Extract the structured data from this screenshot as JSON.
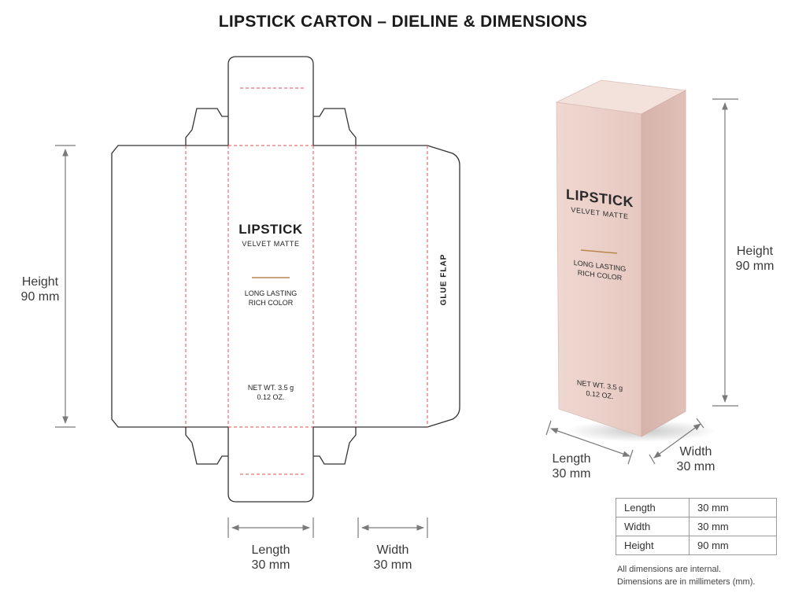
{
  "title": "LIPSTICK CARTON – DIELINE & DIMENSIONS",
  "dieline": {
    "height_label": "Height",
    "height_value": "90 mm",
    "length_label": "Length",
    "length_value": "30 mm",
    "width_label": "Width",
    "width_value": "30 mm",
    "glue_flap": "GLUE FLAP",
    "front_panel": {
      "brand": "LIPSTICK",
      "variant": "VELVET MATTE",
      "tagline_1": "LONG LASTING",
      "tagline_2": "RICH COLOR",
      "net_wt_1": "NET WT. 3.5 g",
      "net_wt_2": "0.12 OZ."
    }
  },
  "box": {
    "brand": "LIPSTICK",
    "variant": "VELVET MATTE",
    "tagline_1": "LONG LASTING",
    "tagline_2": "RICH COLOR",
    "net_wt_1": "NET WT. 3.5 g",
    "net_wt_2": "0.12 OZ.",
    "height_label": "Height",
    "height_value": "90 mm",
    "length_label": "Length",
    "length_value": "30 mm",
    "width_label": "Width",
    "width_value": "30 mm"
  },
  "table": {
    "rows": [
      {
        "label": "Length",
        "value": "30 mm"
      },
      {
        "label": "Width",
        "value": "30 mm"
      },
      {
        "label": "Height",
        "value": "90 mm"
      }
    ]
  },
  "notes": {
    "line1": "All dimensions are internal.",
    "line2": "Dimensions are in millimeters (mm)."
  },
  "colors": {
    "cut_line": "#333333",
    "fold_line": "#e05050",
    "accent_rule": "#b8864b",
    "box_front": "#ecd3cc",
    "box_side": "#dcbab2",
    "box_top": "#f3e2dc",
    "dimension": "#7a7a7a"
  }
}
